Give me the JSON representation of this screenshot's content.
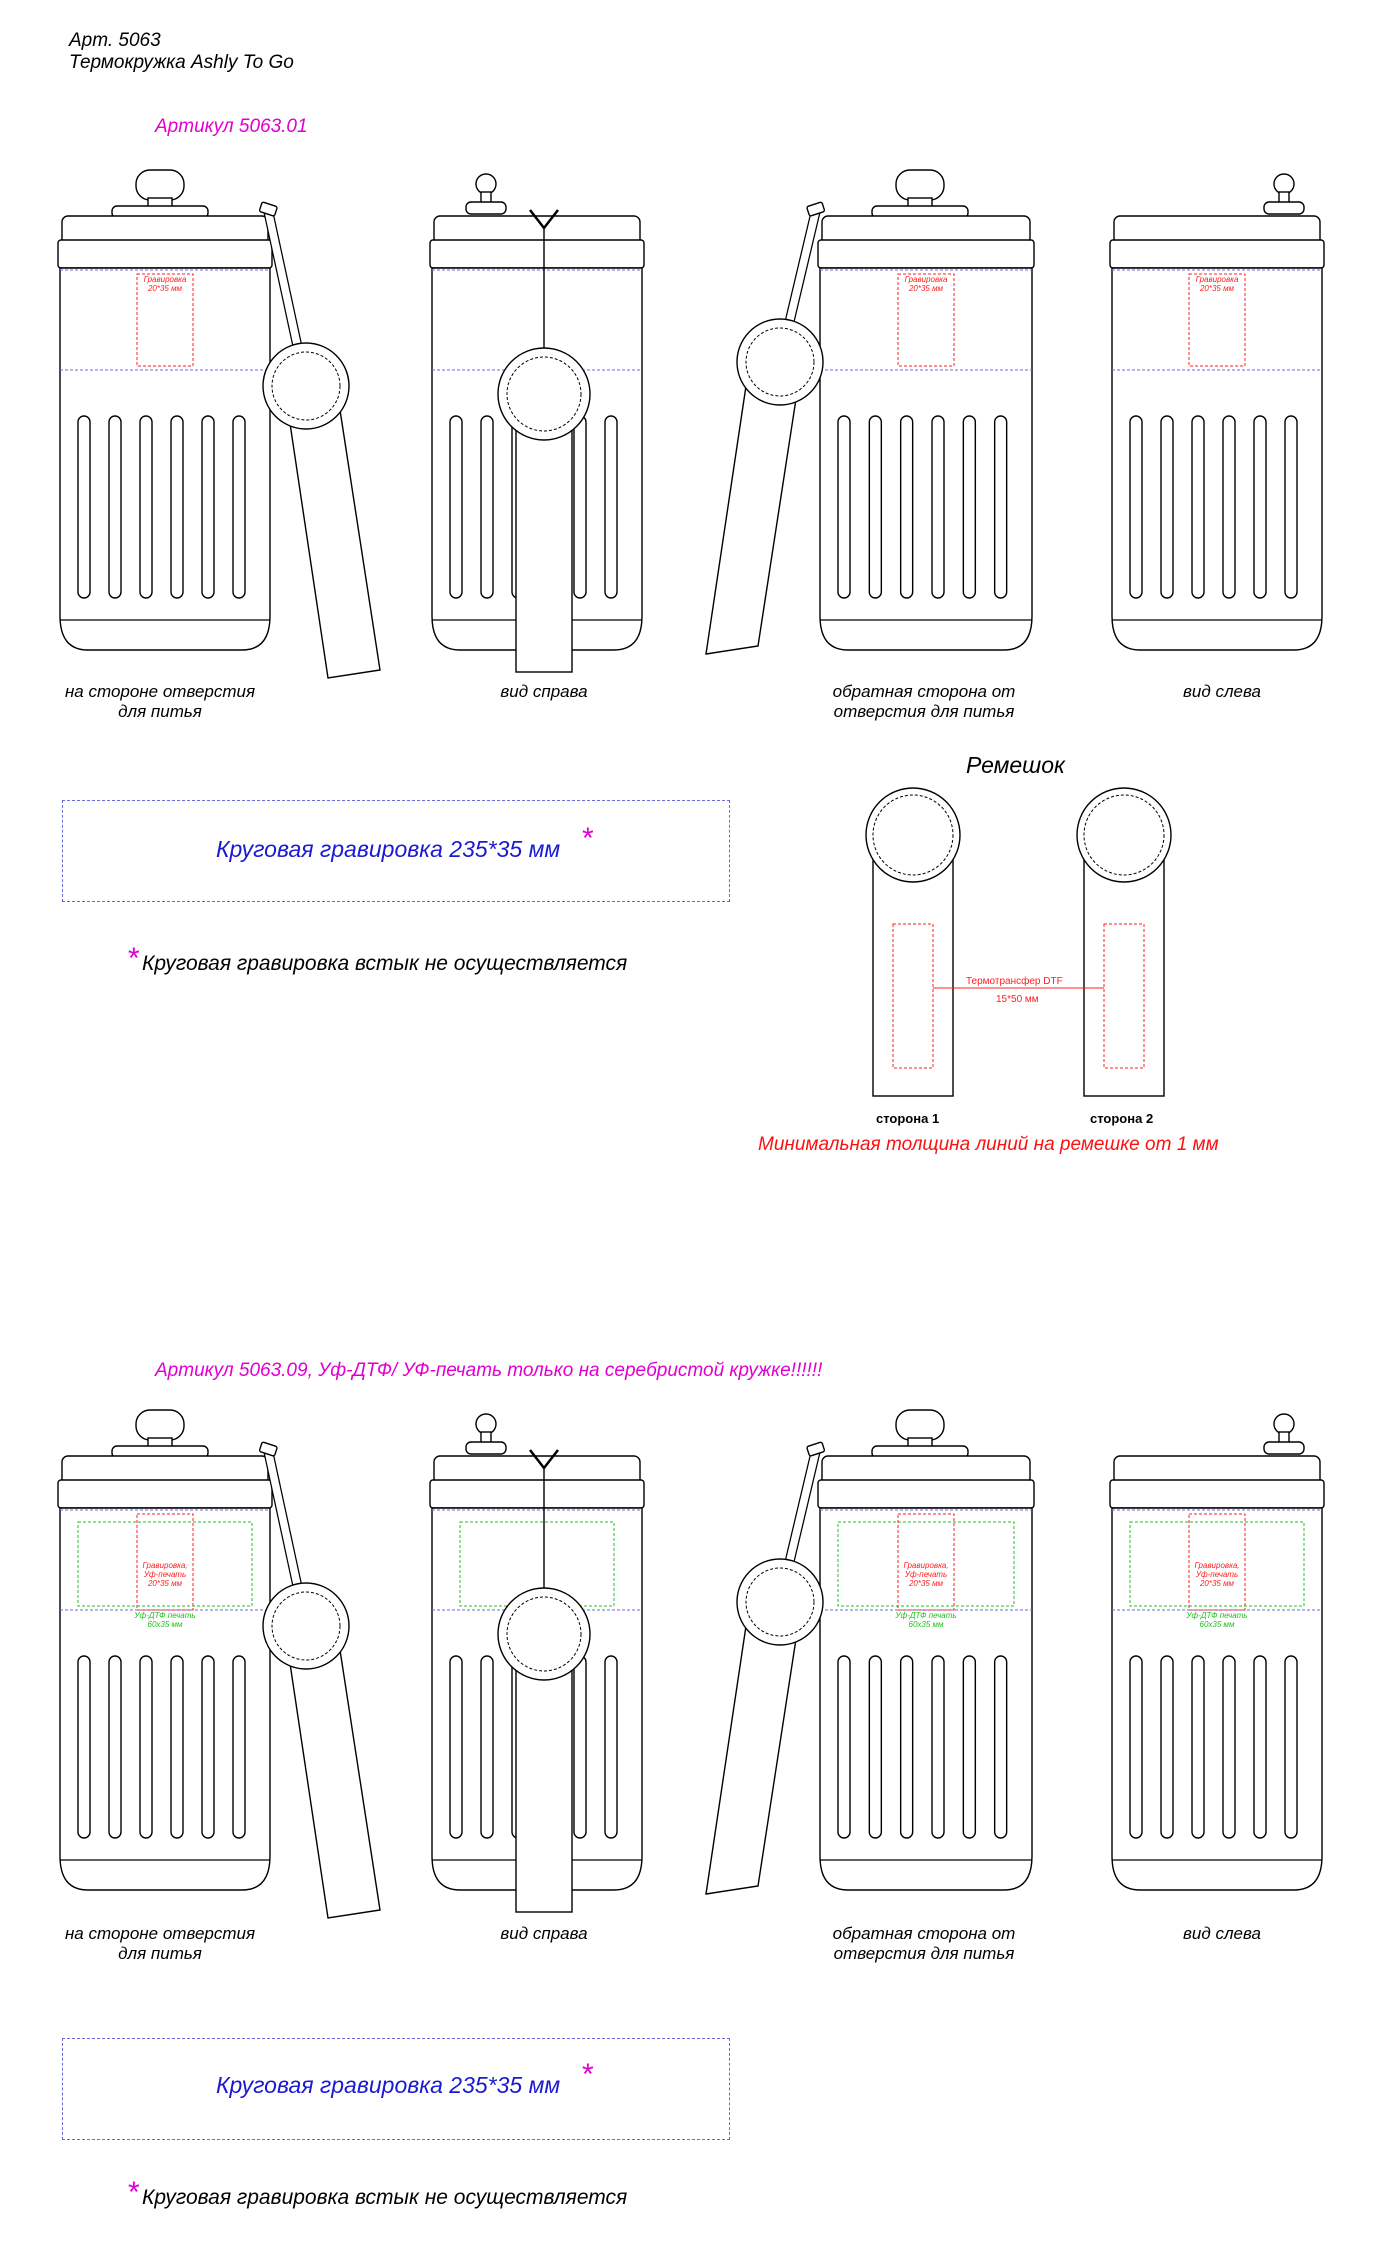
{
  "header": {
    "line1": "Арт. 5063",
    "line2": "Термокружка Ashly To Go"
  },
  "sections": [
    {
      "article": "Артикул 5063.01",
      "mugs": [
        {
          "caption": "на стороне отверстия\nдля питья",
          "zone_label": "Гравировка\n20*35 мм",
          "uv_label": ""
        },
        {
          "caption": "вид справа",
          "zone_label": "",
          "uv_label": ""
        },
        {
          "caption": "обратная сторона от\nотверстия для питья",
          "zone_label": "Гравировка\n20*35 мм",
          "uv_label": ""
        },
        {
          "caption": "вид слева",
          "zone_label": "Гравировка\n20*35 мм",
          "uv_label": ""
        }
      ],
      "engraving_box": "Круговая гравировка 235*35 мм",
      "note": "Круговая гравировка встык не осуществляется"
    },
    {
      "article": "Артикул 5063.09, Уф-ДТФ/ УФ-печать только на серебристой кружке!!!!!!",
      "mugs": [
        {
          "caption": "на стороне отверстия\nдля питья",
          "zone_label": "Гравировка,\nУф-печать\n20*35 мм",
          "uv_label": "Уф-ДТФ печать\n60х35 мм"
        },
        {
          "caption": "вид справа",
          "zone_label": "",
          "uv_label": ""
        },
        {
          "caption": "обратная сторона от\nотверстия для питья",
          "zone_label": "Гравировка,\nУф-печать\n20*35 мм",
          "uv_label": "Уф-ДТФ печать\n60х35 мм"
        },
        {
          "caption": "вид слева",
          "zone_label": "Гравировка,\nУф-печать\n20*35 мм",
          "uv_label": "Уф-ДТФ печать\n60х35 мм"
        }
      ],
      "engraving_box": "Круговая гравировка 235*35 мм",
      "note": "Круговая гравировка встык не осуществляется"
    }
  ],
  "strap": {
    "title": "Ремешок",
    "side1": "сторона 1",
    "side2": "сторона 2",
    "transfer_label": "Термотрансфер DTF",
    "transfer_size": "15*50 мм",
    "min_line_note": "Минимальная толщина линий на ремешке от 1 мм"
  },
  "star_symbol": "*",
  "colors": {
    "article": "#e000d0",
    "engraving": "#1a1ad0",
    "zone": "#ff2020",
    "uv": "#20c020",
    "guide": "#6a6ae0",
    "warning": "#ff1010"
  }
}
